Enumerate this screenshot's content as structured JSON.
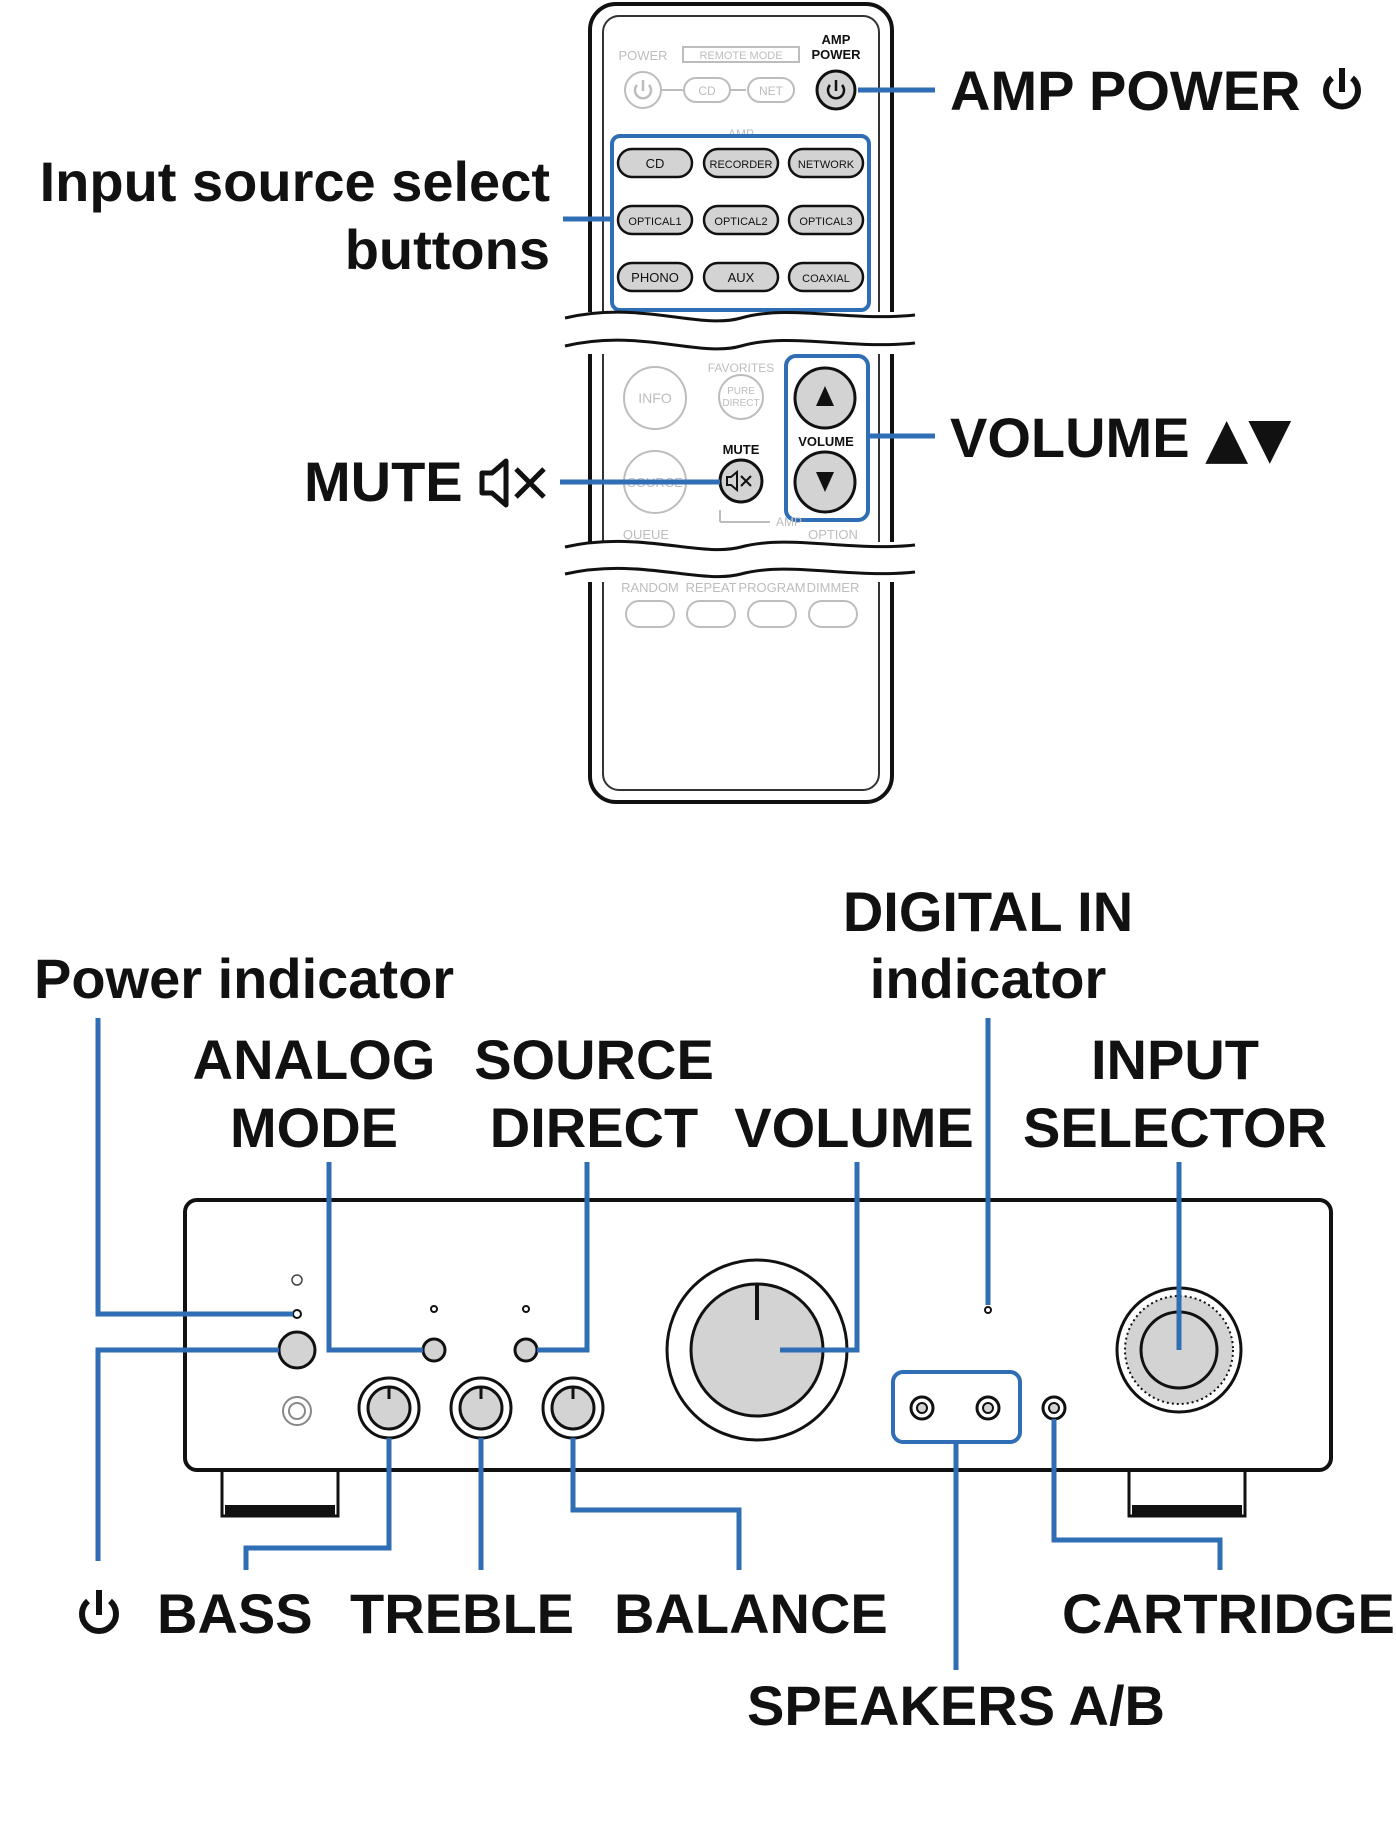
{
  "remote": {
    "top_row": {
      "power_label": "POWER",
      "remote_mode_label": "REMOTE MODE",
      "amp_power_label_1": "AMP",
      "amp_power_label_2": "POWER",
      "cd_button": "CD",
      "net_button": "NET"
    },
    "input_buttons": [
      "CD",
      "RECORDER",
      "NETWORK",
      "OPTICAL1",
      "OPTICAL2",
      "OPTICAL3",
      "PHONO",
      "AUX",
      "COAXIAL"
    ],
    "info_button": "INFO",
    "favorites_label": "FAVORITES",
    "pure_direct_1": "PURE",
    "pure_direct_2": "DIRECT",
    "mute_label": "MUTE",
    "volume_label": "VOLUME",
    "source_button": "SOURCE",
    "queue_label": "QUEUE",
    "amp_label": "AMP",
    "option_label": "OPTION",
    "bottom_buttons": [
      "RANDOM",
      "REPEAT",
      "PROGRAM",
      "DIMMER"
    ]
  },
  "callouts": {
    "amp_power": "AMP POWER",
    "input_select_line1": "Input source select",
    "input_select_line2": "buttons",
    "volume": "VOLUME",
    "volume_arrows": "▲▼",
    "mute": "MUTE",
    "power_indicator": "Power indicator",
    "analog_mode_1": "ANALOG",
    "analog_mode_2": "MODE",
    "source_direct_1": "SOURCE",
    "source_direct_2": "DIRECT",
    "volume_knob": "VOLUME",
    "digital_in_1": "DIGITAL IN",
    "digital_in_2": "indicator",
    "input_selector_1": "INPUT",
    "input_selector_2": "SELECTOR",
    "bass": "BASS",
    "treble": "TREBLE",
    "balance": "BALANCE",
    "cartridge": "CARTRIDGE",
    "speakers": "SPEAKERS A/B"
  },
  "colors": {
    "callout_line": "#2f6db5",
    "outline": "#111111",
    "button_fill": "#d3d3d3",
    "faded": "#bdbdbd"
  },
  "icons": {
    "power": "power-icon",
    "mute": "mute-icon"
  }
}
